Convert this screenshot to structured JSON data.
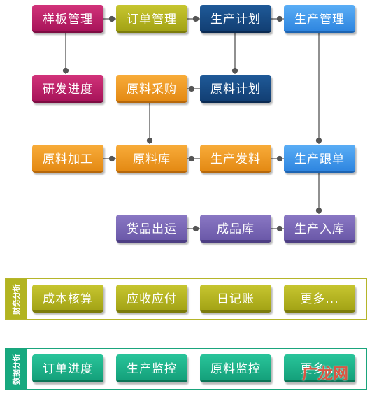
{
  "nodes": [
    {
      "id": "n1",
      "label": "样板管理",
      "color": "magenta"
    },
    {
      "id": "n2",
      "label": "订单管理",
      "color": "olive"
    },
    {
      "id": "n3",
      "label": "生产计划",
      "color": "navy"
    },
    {
      "id": "n4",
      "label": "生产管理",
      "color": "sky"
    },
    {
      "id": "n5",
      "label": "研发进度",
      "color": "magenta"
    },
    {
      "id": "n6",
      "label": "原料采购",
      "color": "orange"
    },
    {
      "id": "n7",
      "label": "原料计划",
      "color": "navy"
    },
    {
      "id": "n8",
      "label": "原料加工",
      "color": "orange"
    },
    {
      "id": "n9",
      "label": "原料库",
      "color": "orange"
    },
    {
      "id": "n10",
      "label": "生产发料",
      "color": "orange"
    },
    {
      "id": "n11",
      "label": "生产跟单",
      "color": "sky"
    },
    {
      "id": "n12",
      "label": "货品出运",
      "color": "purple"
    },
    {
      "id": "n13",
      "label": "成品库",
      "color": "purple"
    },
    {
      "id": "n14",
      "label": "生产入库",
      "color": "purple"
    }
  ],
  "panels": [
    {
      "id": "finance",
      "title": "财务分析",
      "items": [
        "成本核算",
        "应收应付",
        "日记账",
        "更多..."
      ]
    },
    {
      "id": "data",
      "title": "数据分析",
      "items": [
        "订单进度",
        "生产监控",
        "原料监控",
        "更多..."
      ]
    }
  ],
  "watermark": "广龙网"
}
